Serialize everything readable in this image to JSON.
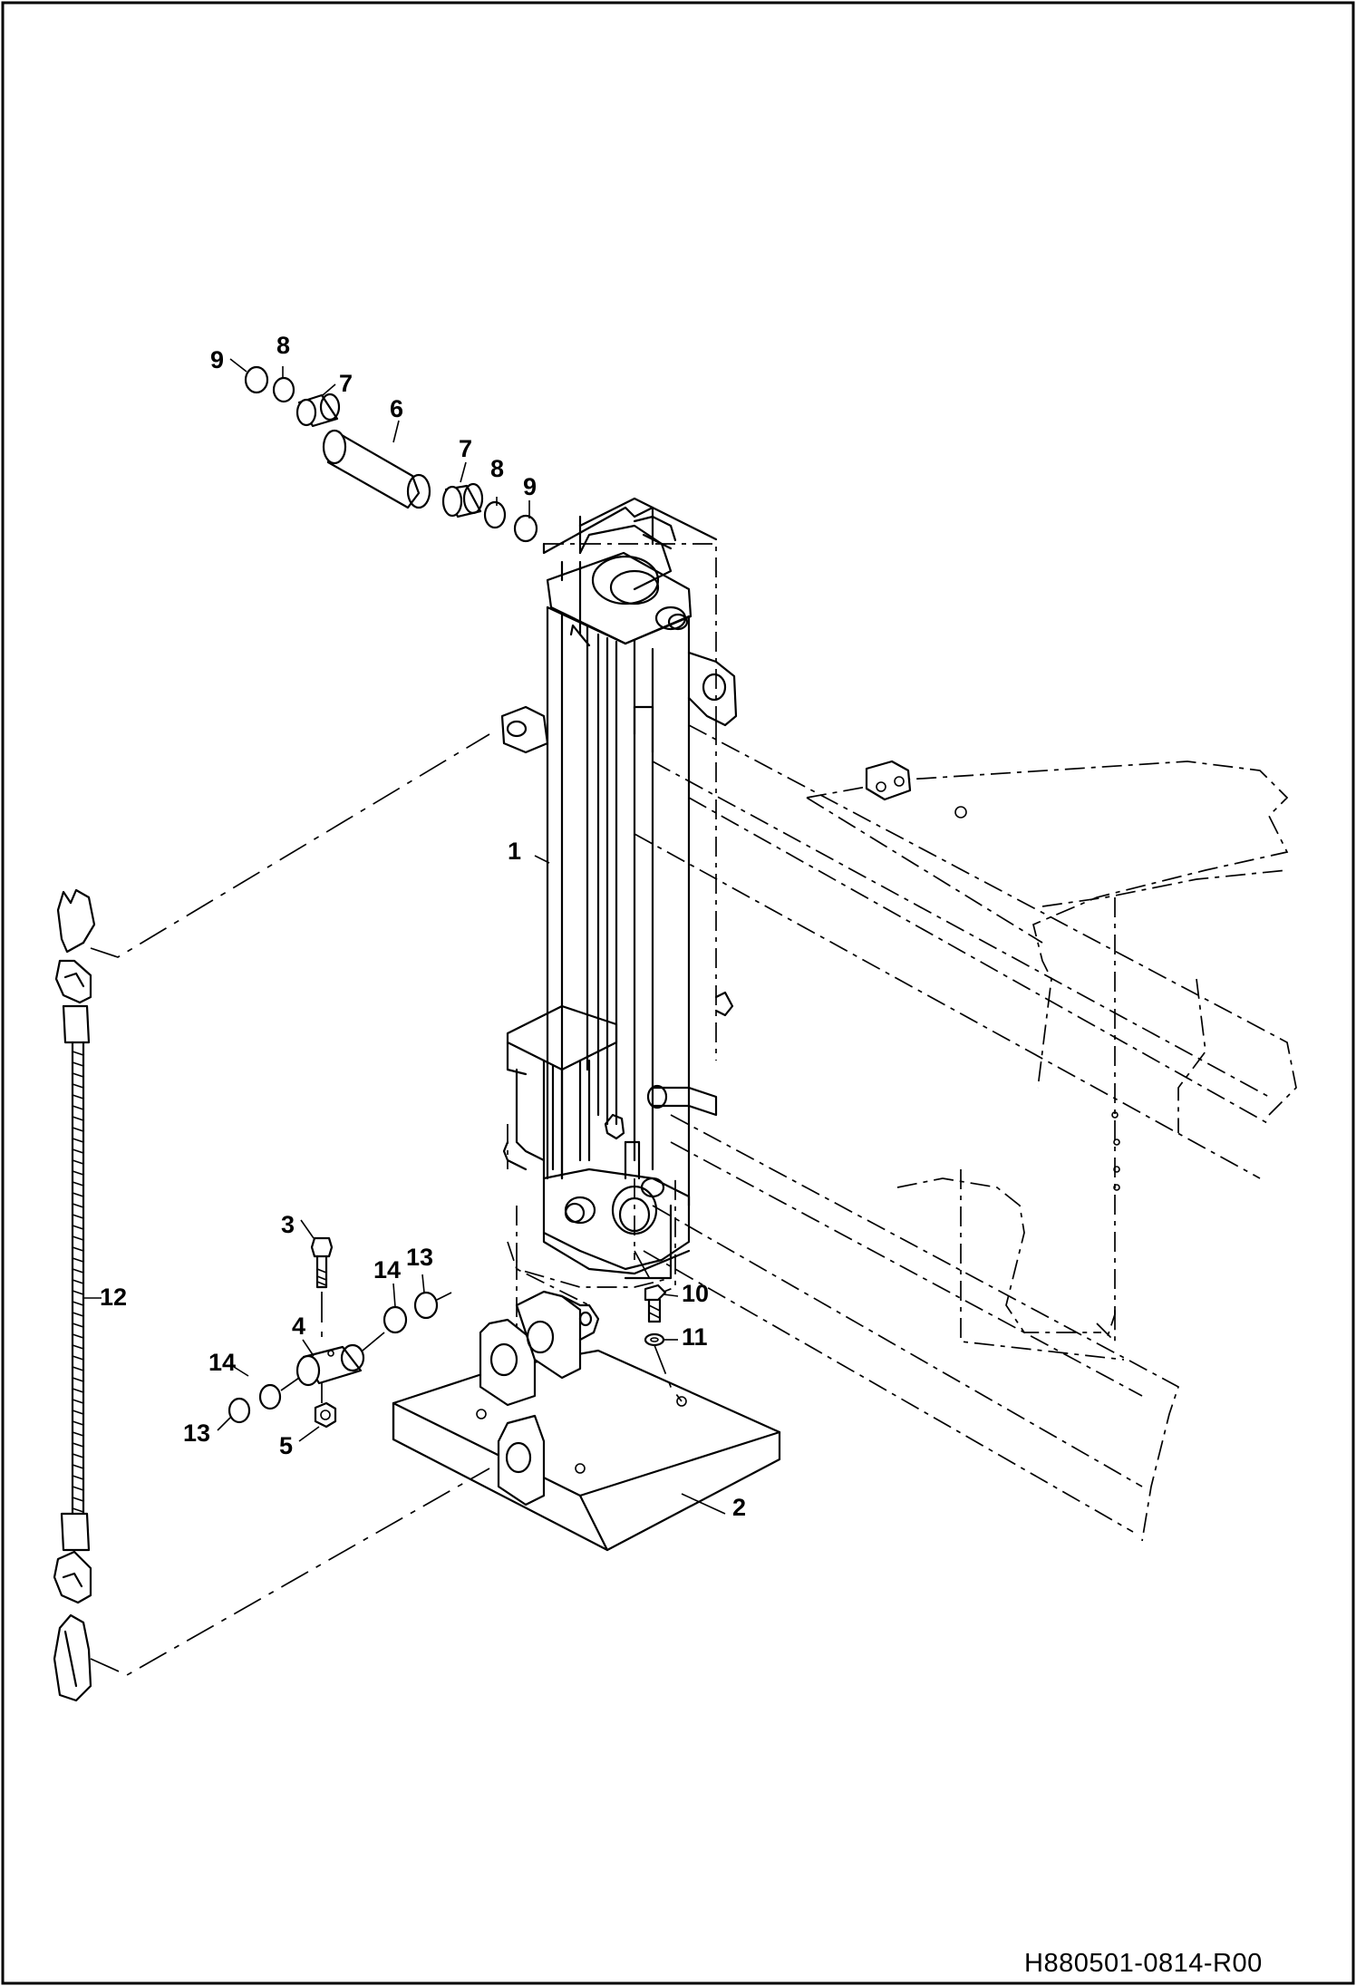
{
  "document": {
    "drawing_number": "H880501-0814-R00"
  },
  "callouts": [
    {
      "id": "c1",
      "label": "1"
    },
    {
      "id": "c2",
      "label": "2"
    },
    {
      "id": "c3",
      "label": "3"
    },
    {
      "id": "c4",
      "label": "4"
    },
    {
      "id": "c5",
      "label": "5"
    },
    {
      "id": "c6",
      "label": "6"
    },
    {
      "id": "c7a",
      "label": "7"
    },
    {
      "id": "c7b",
      "label": "7"
    },
    {
      "id": "c8a",
      "label": "8"
    },
    {
      "id": "c8b",
      "label": "8"
    },
    {
      "id": "c9a",
      "label": "9"
    },
    {
      "id": "c9b",
      "label": "9"
    },
    {
      "id": "c10",
      "label": "10"
    },
    {
      "id": "c11",
      "label": "11"
    },
    {
      "id": "c12",
      "label": "12"
    },
    {
      "id": "c13a",
      "label": "13"
    },
    {
      "id": "c13b",
      "label": "13"
    },
    {
      "id": "c14a",
      "label": "14"
    },
    {
      "id": "c14b",
      "label": "14"
    }
  ]
}
